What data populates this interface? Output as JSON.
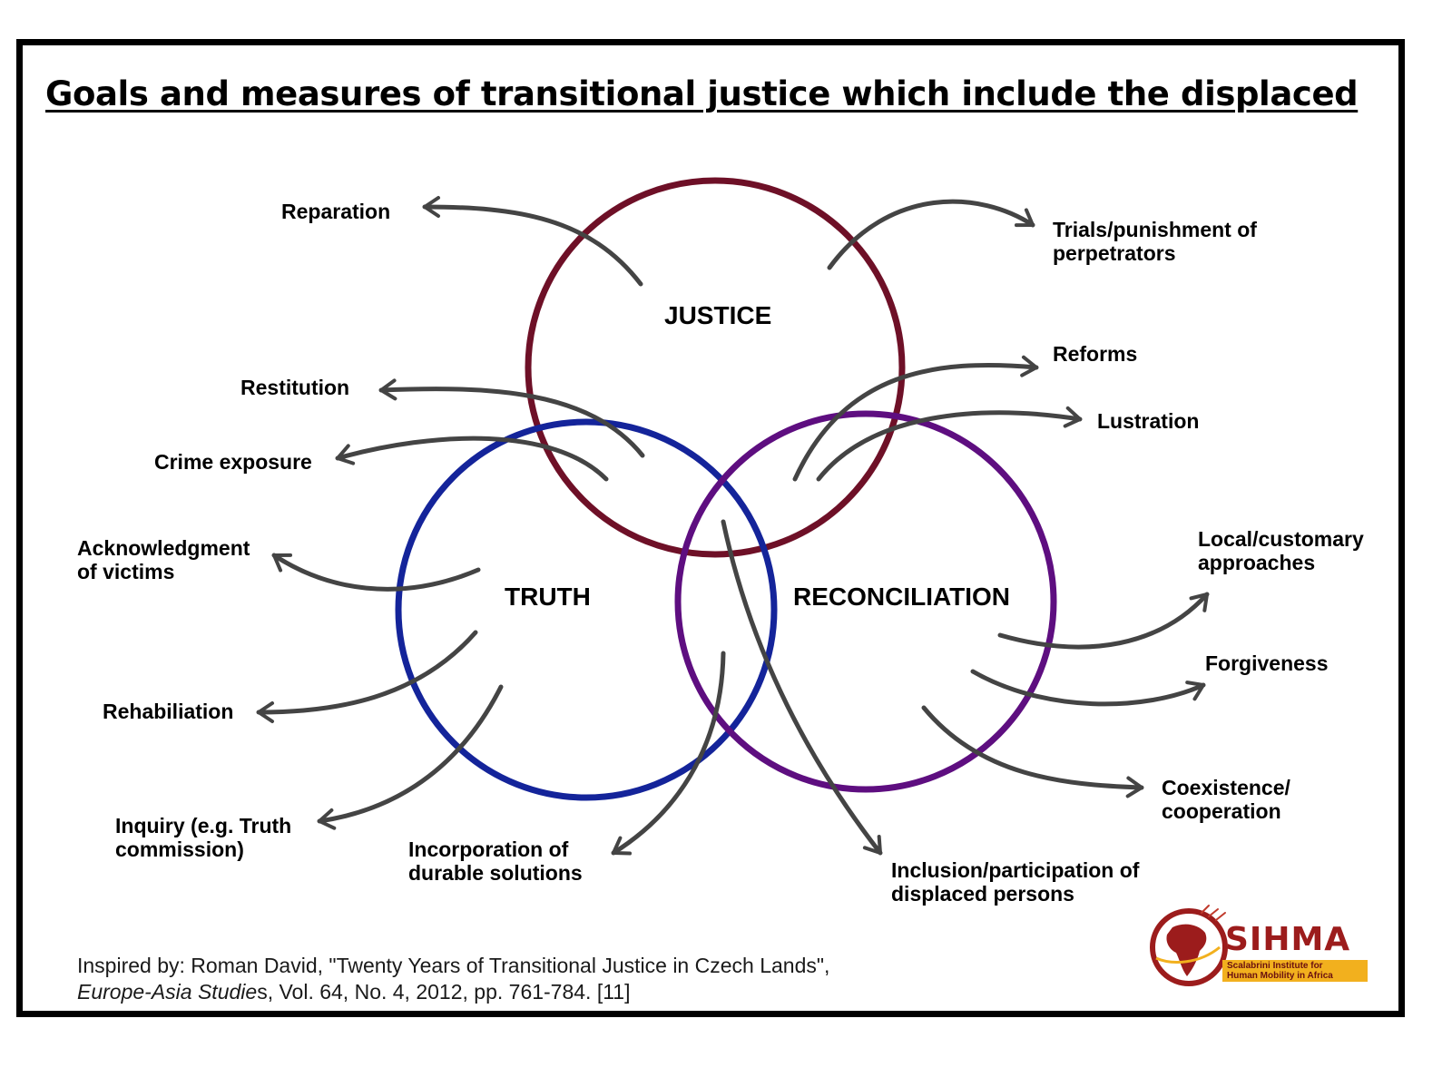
{
  "title": "Goals and measures of transitional justice which include the displaced",
  "circles": {
    "justice": {
      "label": "JUSTICE",
      "color": "#6e1027"
    },
    "truth": {
      "label": "TRUTH",
      "color": "#14249a"
    },
    "reconciliation": {
      "label": "RECONCILIATION",
      "color": "#5e0e80"
    }
  },
  "arrow_color": "#444444",
  "measures": {
    "reparation": [
      "Reparation"
    ],
    "trials": [
      "Trials/punishment of",
      "perpetrators"
    ],
    "reforms": [
      "Reforms"
    ],
    "lustration": [
      "Lustration"
    ],
    "restitution": [
      "Restitution"
    ],
    "crime_exposure": [
      "Crime exposure"
    ],
    "acknowledgment": [
      "Acknowledgment",
      "of victims"
    ],
    "rehabilitation": [
      "Rehabiliation"
    ],
    "inquiry": [
      "Inquiry (e.g. Truth",
      "commission)"
    ],
    "durable_solutions": [
      "Incorporation of",
      "durable solutions"
    ],
    "inclusion": [
      "Inclusion/participation of",
      "displaced persons"
    ],
    "local_approaches": [
      "Local/customary",
      "approaches"
    ],
    "forgiveness": [
      "Forgiveness"
    ],
    "coexistence": [
      "Coexistence/",
      "cooperation"
    ]
  },
  "credit": {
    "line1": "Inspired by: Roman David, \"Twenty Years of Transitional Justice in Czech Lands\",",
    "journal": "Europe-Asia Studie",
    "line2_rest": "s, Vol. 64, No. 4, 2012, pp. 761-784. [11]"
  },
  "logo": {
    "name": "SIHMA",
    "subtitle_1": "Scalabrini Institute for",
    "subtitle_2": "Human Mobility in Africa",
    "red": "#9c1c1c",
    "gold": "#f2b01e"
  }
}
